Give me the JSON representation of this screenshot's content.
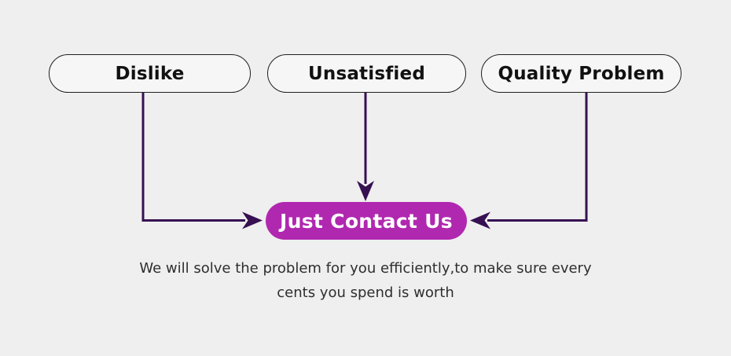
{
  "diagram": {
    "reasons": [
      {
        "label": "Dislike"
      },
      {
        "label": "Unsatisfied"
      },
      {
        "label": "Quality Problem"
      }
    ],
    "action": {
      "label": "Just Contact Us"
    },
    "caption": {
      "line1": "We will solve the problem for you efficiently,to make sure every",
      "line2": "cents you spend is worth"
    },
    "colors": {
      "background": "#efefef",
      "pill_background": "#f6f6f7",
      "pill_border": "#1f1f1f",
      "action_fill": "#b028b0",
      "action_text": "#ffffff",
      "arrow": "#371052",
      "caption_text": "#2e2e2e"
    }
  }
}
